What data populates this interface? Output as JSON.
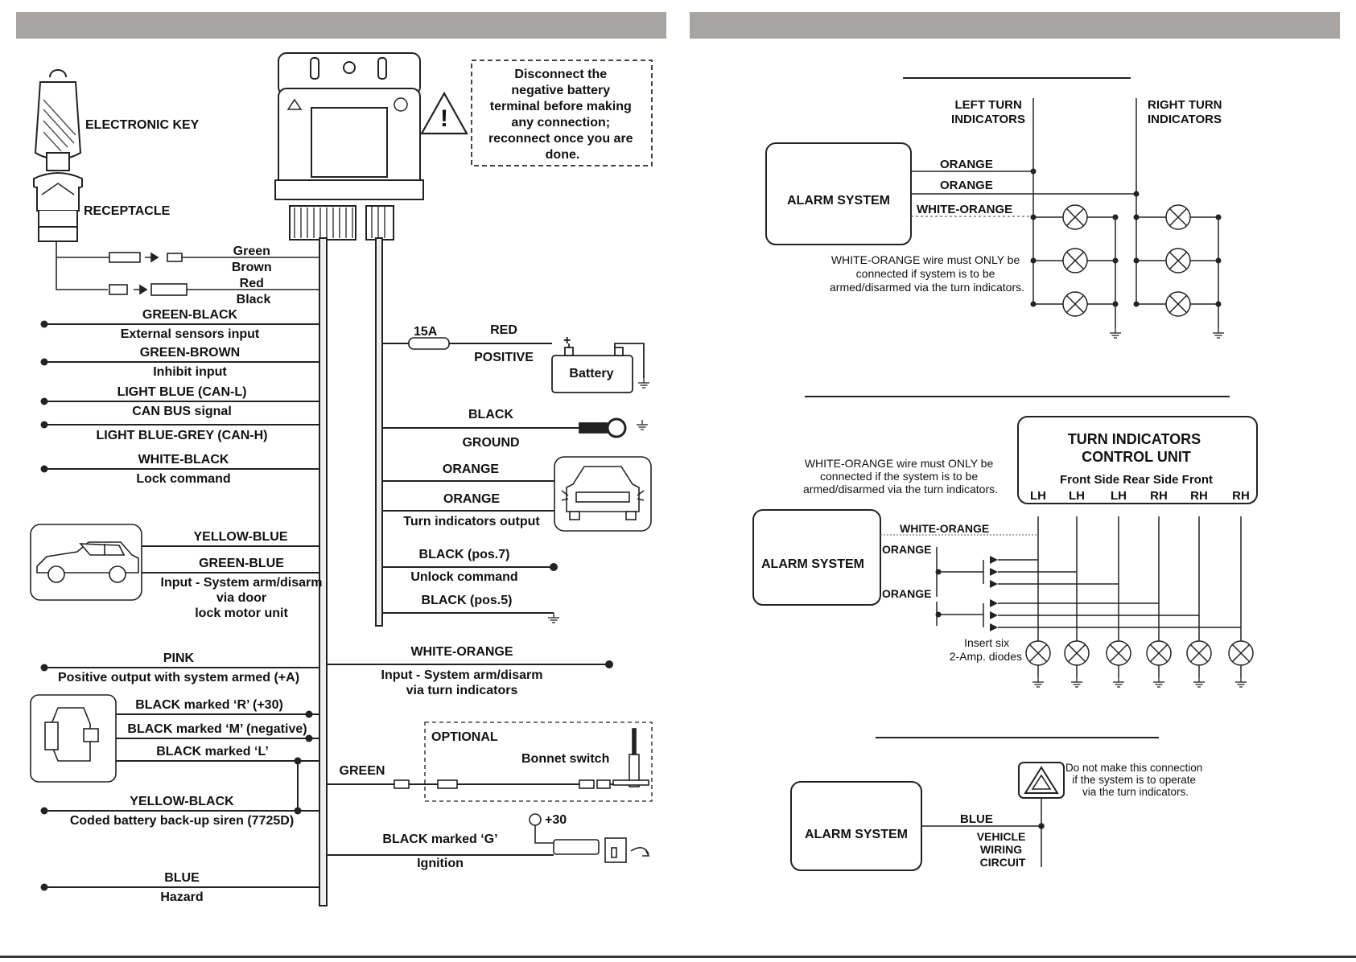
{
  "left_panel": {
    "components": {
      "electronic_key": "ELECTRONIC KEY",
      "receptacle": "RECEPTACLE",
      "fuse": "15A",
      "battery": "Battery",
      "battery_plus": "+",
      "plus30": "+30"
    },
    "warning": [
      "Disconnect the",
      "negative battery",
      "terminal before making",
      "any connection;",
      "reconnect once you are",
      "done."
    ],
    "key_wires": [
      "Green",
      "Brown",
      "Red",
      "Black"
    ],
    "left_wires": [
      {
        "name": "GREEN-BLACK",
        "desc": "External sensors input"
      },
      {
        "name": "GREEN-BROWN",
        "desc": "Inhibit input"
      },
      {
        "name": "LIGHT BLUE (CAN-L)",
        "desc": "CAN BUS signal"
      },
      {
        "name": "LIGHT BLUE-GREY (CAN-H)",
        "desc": ""
      },
      {
        "name": "WHITE-BLACK",
        "desc": "Lock command"
      },
      {
        "name": "YELLOW-BLUE",
        "desc": ""
      },
      {
        "name": "GREEN-BLUE",
        "desc": "Input - System arm/disarm|via door|lock motor unit"
      },
      {
        "name": "PINK",
        "desc": "Positive output with system armed (+A)"
      },
      {
        "name": "BLACK marked ‘R’ (+30)",
        "desc": ""
      },
      {
        "name": "BLACK marked ‘M’ (negative)",
        "desc": ""
      },
      {
        "name": "BLACK marked ‘L’",
        "desc": ""
      },
      {
        "name": "YELLOW-BLACK",
        "desc": "Coded battery back-up siren (7725D)"
      },
      {
        "name": "BLUE",
        "desc": "Hazard"
      }
    ],
    "right_wires": [
      {
        "name": "RED",
        "desc": "POSITIVE"
      },
      {
        "name": "BLACK",
        "desc": "GROUND"
      },
      {
        "name": "ORANGE",
        "desc": ""
      },
      {
        "name": "ORANGE",
        "desc": "Turn indicators output"
      },
      {
        "name": "BLACK (pos.7)",
        "desc": "Unlock command"
      },
      {
        "name": "BLACK (pos.5)",
        "desc": ""
      },
      {
        "name": "WHITE-ORANGE",
        "desc": "Input - System arm/disarm|via turn indicators"
      },
      {
        "name": "GREEN",
        "desc": ""
      },
      {
        "name": "BLACK marked ‘G’",
        "desc": "Ignition"
      }
    ],
    "optional": "OPTIONAL",
    "bonnet_switch": "Bonnet switch"
  },
  "diagram1": {
    "alarm": "ALARM SYSTEM",
    "left_turn": [
      "LEFT TURN",
      "INDICATORS"
    ],
    "right_turn": [
      "RIGHT TURN",
      "INDICATORS"
    ],
    "wires": [
      "ORANGE",
      "ORANGE",
      "WHITE-ORANGE"
    ],
    "note": [
      "WHITE-ORANGE wire must ONLY be",
      "connected if system is to be",
      "armed/disarmed via the turn indicators."
    ]
  },
  "diagram2": {
    "alarm": "ALARM SYSTEM",
    "control_unit": [
      "TURN INDICATORS",
      "CONTROL UNIT"
    ],
    "sides": "Front Side Rear Side Front",
    "outputs": [
      "LH",
      "LH",
      "LH",
      "RH",
      "RH",
      "RH"
    ],
    "note": [
      "WHITE-ORANGE wire must ONLY be",
      "connected if the system is to be",
      "armed/disarmed via the turn indicators."
    ],
    "wires": [
      "WHITE-ORANGE",
      "ORANGE",
      "ORANGE"
    ],
    "diodes": [
      "Insert six",
      "2-Amp. diodes"
    ]
  },
  "diagram3": {
    "alarm": "ALARM SYSTEM",
    "wire": "BLUE",
    "vehicle": [
      "VEHICLE",
      "WIRING",
      "CIRCUIT"
    ],
    "note": [
      "Do not make this connection",
      "if the system is to operate",
      "via the turn indicators."
    ]
  }
}
